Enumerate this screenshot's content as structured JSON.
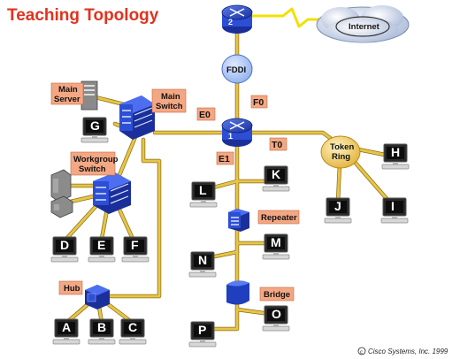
{
  "title": "Teaching Topology",
  "copyright": "Cisco Systems, Inc. 1999",
  "labels": {
    "internet": "Internet",
    "fddi": "FDDI",
    "f0": "F0",
    "e0": "E0",
    "e1": "E1",
    "t0": "T0",
    "main_server_1": "Main",
    "main_server_2": "Server",
    "main_switch_1": "Main",
    "main_switch_2": "Switch",
    "workgroup_switch_1": "Workgroup",
    "workgroup_switch_2": "Switch",
    "token_ring_1": "Token",
    "token_ring_2": "Ring",
    "repeater": "Repeater",
    "bridge": "Bridge",
    "hub": "Hub",
    "router_1": "1",
    "router_2": "2"
  },
  "hosts": [
    "A",
    "B",
    "C",
    "D",
    "E",
    "F",
    "G",
    "H",
    "I",
    "J",
    "K",
    "L",
    "M",
    "N",
    "O",
    "P"
  ],
  "colors": {
    "title": "#e0331f",
    "cable": "#e8c547",
    "device_blue": "#1f3fbf",
    "label_box": "#f4a783",
    "wan_link": "#f2e000"
  }
}
